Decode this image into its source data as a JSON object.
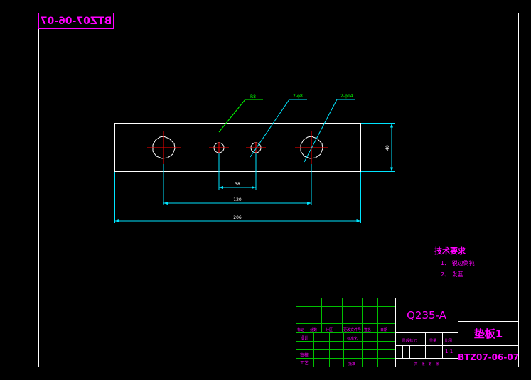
{
  "drawing": {
    "mirrored_code": "BTZ07-06-07",
    "material": "Q235-A",
    "part_name": "垫板1",
    "drawing_number": "BTZ07-06-07",
    "scale": "1:1",
    "colors": {
      "frame": "#00c000",
      "outline": "#ffffff",
      "dimension": "#00e5ff",
      "title": "#ff00ff",
      "center": "#ff0000",
      "leader": "#00ff00"
    }
  },
  "leaders": {
    "l1": "R8",
    "l2": "2-φ8",
    "l3": "2-φ14"
  },
  "dimensions": {
    "d_small": "38",
    "d_mid": "120",
    "d_total": "206",
    "d_height": "40"
  },
  "tech_req": {
    "title": "技术要求",
    "items": [
      "1、 锐边倒钝",
      "2、 发蓝"
    ]
  },
  "title_block": {
    "row_labels": [
      "标记",
      "处数",
      "分区",
      "更改文件号",
      "签名",
      "日期"
    ],
    "designer": "设计",
    "standard": "标准化",
    "checker": "审核",
    "process": "工艺",
    "approve": "批准",
    "stage_mark": "阶段标记",
    "weight": "重量",
    "scale_label": "比例",
    "sheets": "共　张　第　张"
  }
}
